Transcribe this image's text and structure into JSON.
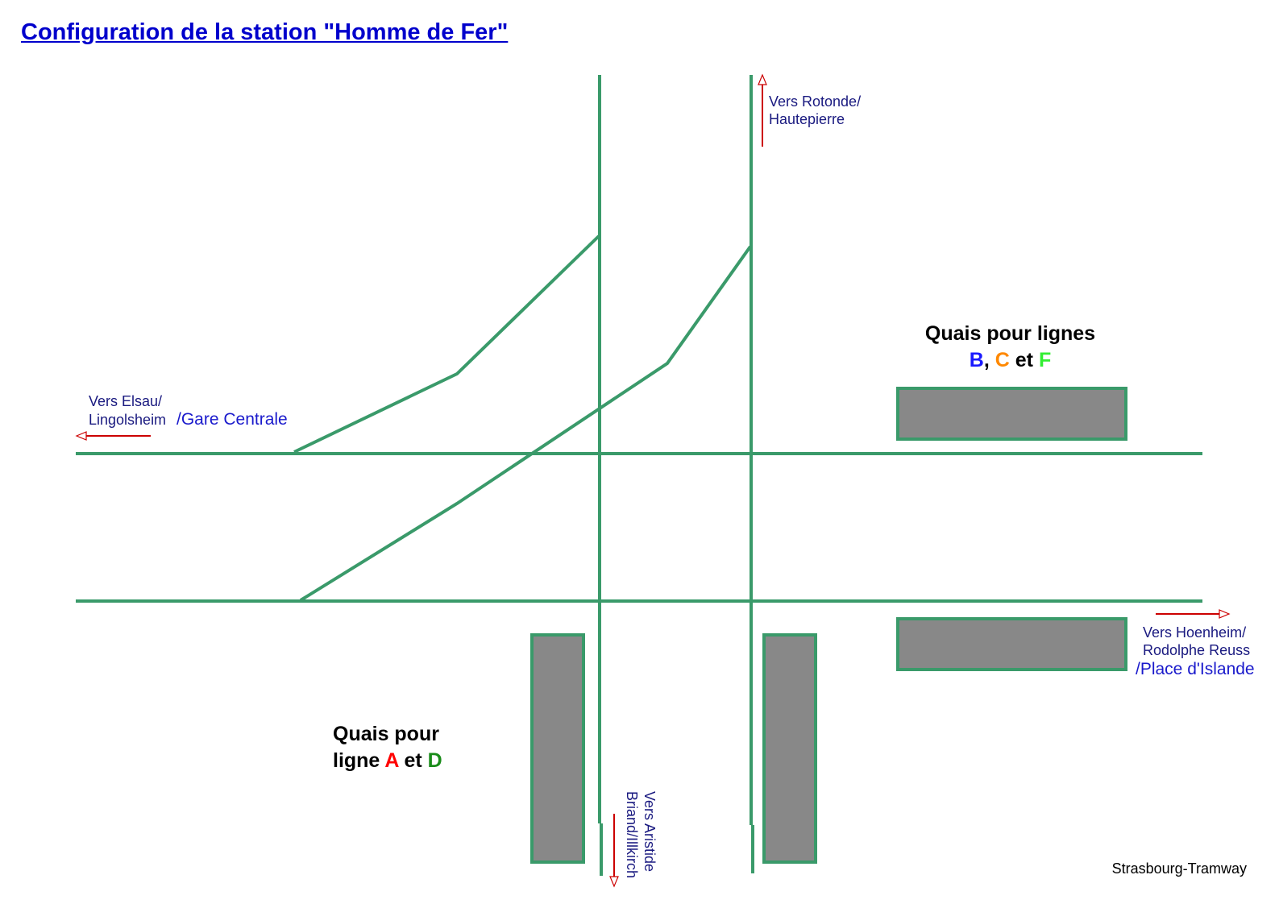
{
  "title": "Configuration de la station \"Homme de Fer\"",
  "colors": {
    "track": "#3a9a6a",
    "platform_fill": "#888888",
    "arrow": "#cc0000",
    "title": "#0000cc",
    "line_A": "#ff0000",
    "line_B": "#1a1aff",
    "line_C": "#ff8800",
    "line_D": "#1a8c1a",
    "line_F": "#33ee33"
  },
  "directions": {
    "rotonde": {
      "line1": "Vers Rotonde/",
      "line2": "Hautepierre"
    },
    "elsau": {
      "line1": "Vers Elsau/",
      "line2": "Lingolsheim",
      "line3": "/Gare Centrale"
    },
    "hoenheim": {
      "line1": "Vers Hoenheim/",
      "line2": "Rodolphe Reuss",
      "line3": "/Place d'Islande"
    },
    "aristide": {
      "line1": "Vers Aristide",
      "line2": "Briand/Illkirch"
    }
  },
  "platforms_bcf": {
    "prefix": "Quais pour lignes",
    "line_B": "B",
    "sep1": ", ",
    "line_C": "C",
    "conj": " et ",
    "line_F": "F"
  },
  "platforms_ad": {
    "prefix1": "Quais pour",
    "prefix2": "ligne ",
    "line_A": "A",
    "conj": " et ",
    "line_D": "D"
  },
  "credit": "Strasbourg-Tramway"
}
